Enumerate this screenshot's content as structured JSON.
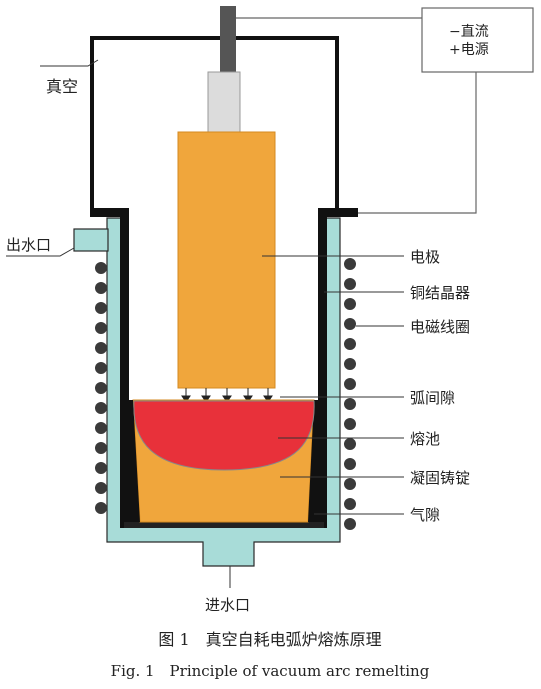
{
  "diagram": {
    "labels": {
      "power_minus": "−直流",
      "power_plus": "+电源",
      "vacuum": "真空",
      "water_outlet": "出水口",
      "water_inlet": "进水口",
      "electrode": "电极",
      "copper_crystallizer": "铜结晶器",
      "em_coil": "电磁线圈",
      "arc_gap": "弧间隙",
      "molten_pool": "熔池",
      "solidified_ingot": "凝固铸锭",
      "air_gap": "气隙"
    },
    "colors": {
      "electrode": "#f0a63c",
      "ingot": "#f0a63c",
      "pool": "#e8313a",
      "crystallizer_jacket": "#a8dcd8",
      "rod_top": "#555555",
      "rod_bottom": "#dcdcdc",
      "coil": "#444444",
      "wall": "#111111"
    }
  },
  "caption": {
    "cn": "图 1　真空自耗电弧炉熔炼原理",
    "en": "Fig. 1　Principle of vacuum arc remelting"
  }
}
